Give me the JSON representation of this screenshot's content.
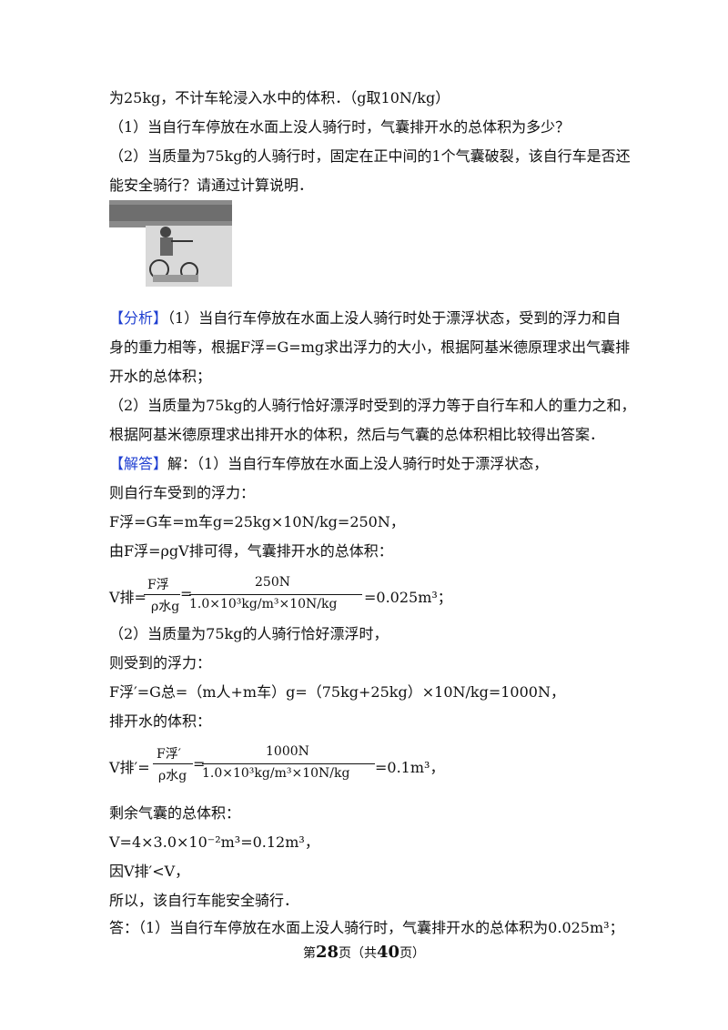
{
  "lines": {
    "l1": "为25kg，不计车轮浸入水中的体积．（g取10N/kg）",
    "l2": "（1）当自行车停放在水面上没人骑行时，气囊排开水的总体积为多少？",
    "l3": "（2）当质量为75kg的人骑行时，固定在正中间的1个气囊破裂，该自行车是否还",
    "l4": "能安全骑行？请通过计算说明．",
    "a_tag": "【分析】",
    "a1": "（1）当自行车停放在水面上没人骑行时处于漂浮状态，受到的浮力和自",
    "a2": "身的重力相等，根据F浮=G=mg求出浮力的大小，根据阿基米德原理求出气囊排",
    "a3": "开水的总体积；",
    "a4": "（2）当质量为75kg的人骑行恰好漂浮时受到的浮力等于自行车和人的重力之和，",
    "a5": "根据阿基米德原理求出排开水的体积，然后与气囊的总体积相比较得出答案．",
    "s_tag": "【解答】",
    "s1": "解：（1）当自行车停放在水面上没人骑行时处于漂浮状态，",
    "s2": "则自行车受到的浮力：",
    "s3": "F浮=G车=m车g=25kg×10N/kg=250N，",
    "s4": "由F浮=ρgV排可得，气囊排开水的总体积：",
    "s5": "（2）当质量为75kg的人骑行恰好漂浮时，",
    "s6": "则受到的浮力：",
    "s7": "F浮′=G总=（m人+m车）g=（75kg+25kg）×10N/kg=1000N，",
    "s8": "排开水的体积：",
    "s9": "剩余气囊的总体积：",
    "s10": "V=4×3.0×10⁻²m³=0.12m³，",
    "s11": "因V排′<V，",
    "s12": "所以，该自行车能安全骑行．",
    "s13": "答：（1）当自行车停放在水面上没人骑行时，气囊排开水的总体积为0.025m³；"
  },
  "eq1": {
    "lhs": "V排=",
    "n1": "F浮",
    "d1": "ρ水g",
    "n2": "250N",
    "d2": "1.0×10³kg/m³×10N/kg",
    "rhs": "=0.025m³；"
  },
  "eq2": {
    "lhs": "V排′=",
    "n1": "F浮′",
    "d1": "ρ水g",
    "n2": "1000N",
    "d2": "1.0×10³kg/m³×10N/kg",
    "rhs": "=0.1m³，"
  },
  "footer": {
    "pre": "第",
    "page": "28",
    "mid": "页（共",
    "total": "40",
    "post": "页）"
  }
}
